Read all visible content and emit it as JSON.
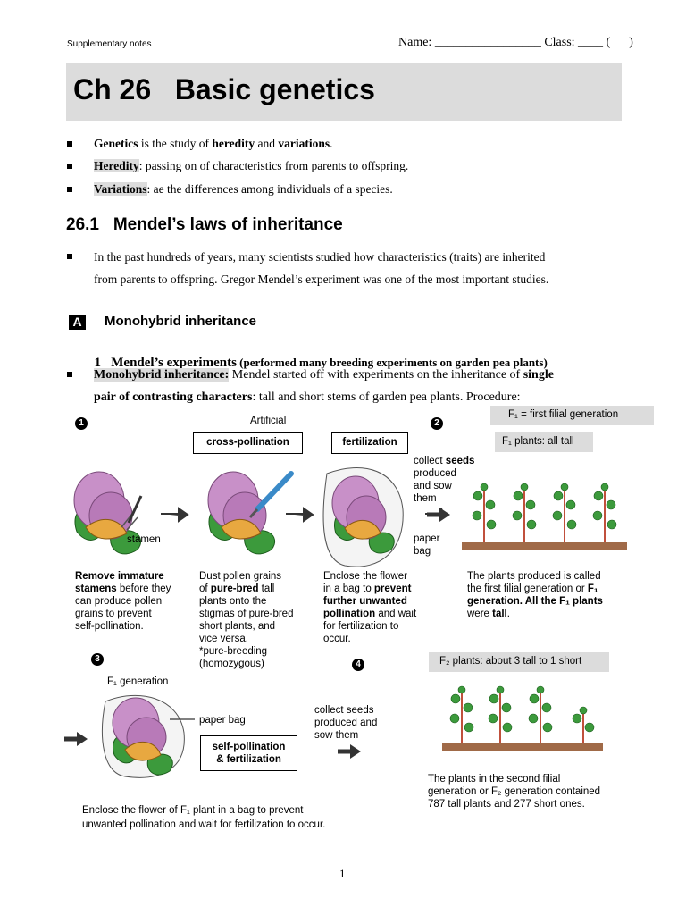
{
  "header": {
    "supplementary": "Supplementary notes",
    "name_class": "Name: _________________ Class: ____ (      )"
  },
  "title": "Ch 26   Basic genetics",
  "definitions": [
    {
      "term": "Genetics",
      "text_a": " is the study of ",
      "b1": "heredity",
      "text_b": " and ",
      "b2": "variations",
      "text_c": "."
    },
    {
      "term": "Heredity",
      "text": ": passing on of characteristics from parents to offspring."
    },
    {
      "term": "Variations",
      "text": ": ae the differences among individuals of a species."
    }
  ],
  "section": {
    "heading": "26.1   Mendel’s laws of inheritance",
    "intro_1": "In the past hundreds of years, many scientists studied how characteristics (traits) are inherited",
    "intro_2": "from parents to offspring. Gregor Mendel’s experiment was one of the most important studies."
  },
  "subsection": {
    "badge": "A",
    "title": "Monohybrid inheritance",
    "item_num": "1",
    "item_title": "Mendel’s experiments",
    "item_note": " (performed many breeding experiments on garden pea plants)",
    "mono_term": "Monohybrid inheritance:",
    "mono_text_a": " Mendel started off with experiments on the inheritance of ",
    "mono_bold_a": "single",
    "mono_bold_b": "pair of contrasting characters",
    "mono_text_b": ": tall and short stems of garden pea plants. Procedure:"
  },
  "diagram": {
    "step_nums": [
      "1",
      "2",
      "3",
      "4"
    ],
    "artificial": "Artificial",
    "cross_pollination": "cross-pollination",
    "fertilization": "fertilization",
    "f1_def": "F₁ = first filial generation",
    "f1_all_tall": "F₁ plants: all tall",
    "collect_seeds_1a": "collect ",
    "collect_seeds_1b": "seeds",
    "collect_seeds_2": "produced",
    "collect_seeds_3": "and sow",
    "collect_seeds_4": "them",
    "stamen": "stamen",
    "paper_bag_1": "paper",
    "paper_bag_2": "bag",
    "cap1_b1": "Remove immature",
    "cap1_b2": "stamens",
    "cap1_t1": " before they",
    "cap1_t2": "can produce pollen",
    "cap1_t3": "grains to prevent",
    "cap1_t4": "self-pollination.",
    "cap2_t1": "Dust pollen grains",
    "cap2_t2a": "of ",
    "cap2_b1": "pure-bred",
    "cap2_t2b": " tall",
    "cap2_t3": "plants onto the",
    "cap2_t4": "stigmas of pure-bred",
    "cap2_t5": "short plants, and",
    "cap2_t6": "vice versa.",
    "cap2_t7": "*pure-breeding",
    "cap2_t8": "(homozygous)",
    "cap3_t1": "Enclose the flower",
    "cap3_t2a": "in a bag to ",
    "cap3_b1": "prevent",
    "cap3_b2": "further unwanted",
    "cap3_b3": "pollination",
    "cap3_t3": " and wait",
    "cap3_t4": "for fertilization to",
    "cap3_t5": "occur.",
    "cap4_t1": "The plants produced is called",
    "cap4_t2": "the first filial generation or ",
    "cap4_b1": "F₁",
    "cap4_b2": "generation. All the F₁ plants",
    "cap4_t3a": "were ",
    "cap4_b3": "tall",
    "cap4_t3b": ".",
    "f1_generation": "F₁ generation",
    "paper_bag_3": "paper bag",
    "self_poll_1": "self-pollination",
    "self_poll_2": "& fertilization",
    "collect_2_1": "collect seeds",
    "collect_2_2": "produced and",
    "collect_2_3": "sow them",
    "f2_label": "F₂ plants: about 3 tall to 1 short",
    "f2_cap_1": "The plants in the second filial",
    "f2_cap_2": "generation or F₂ generation contained",
    "f2_cap_3": "787 tall plants and 277 short ones.",
    "bottom_cap_1": "Enclose the flower of F₁ plant in a bag to prevent",
    "bottom_cap_2": "unwanted pollination and wait for fertilization to occur."
  },
  "page_number": "1",
  "colors": {
    "highlight": "#dcdcdc",
    "petal": "#c890c8",
    "leaf": "#3c9a3c",
    "stem": "#c0503c",
    "soil": "#a06a48"
  }
}
